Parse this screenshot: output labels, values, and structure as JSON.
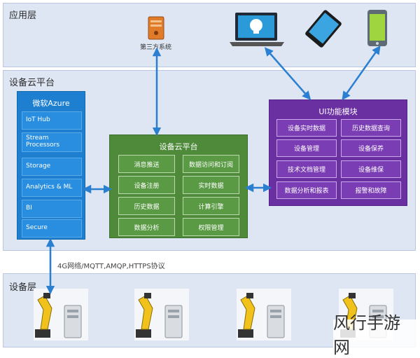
{
  "app_layer": {
    "title": "应用层",
    "third_party_label": "第三方系统"
  },
  "cloud_layer": {
    "title": "设备云平台"
  },
  "device_layer": {
    "title": "设备层"
  },
  "azure": {
    "title": "微软Azure",
    "items": [
      "IoT Hub",
      "Stream Processors",
      "Storage",
      "Analytics & ML",
      "BI",
      "Secure"
    ]
  },
  "platform": {
    "title": "设备云平台",
    "items": [
      "消息推送",
      "数据访问和订阅",
      "设备注册",
      "实时数据",
      "历史数据",
      "计算引擎",
      "数据分析",
      "权限管理"
    ]
  },
  "ui_module": {
    "title": "UI功能模块",
    "items": [
      "设备实时数据",
      "历史数据查询",
      "设备管理",
      "设备保养",
      "技术文档管理",
      "设备维保",
      "数据分析和报表",
      "报警和故障"
    ]
  },
  "protocol_label": "4G网络/MQTT,AMQP,HTTPS协议",
  "watermark": "风行手游网",
  "colors": {
    "azure": "#1e7fd0",
    "platform": "#4e8a3a",
    "ui_module": "#6a2fa0",
    "arrow": "#2b7fd0",
    "layer_bg": "#dde6f2"
  }
}
